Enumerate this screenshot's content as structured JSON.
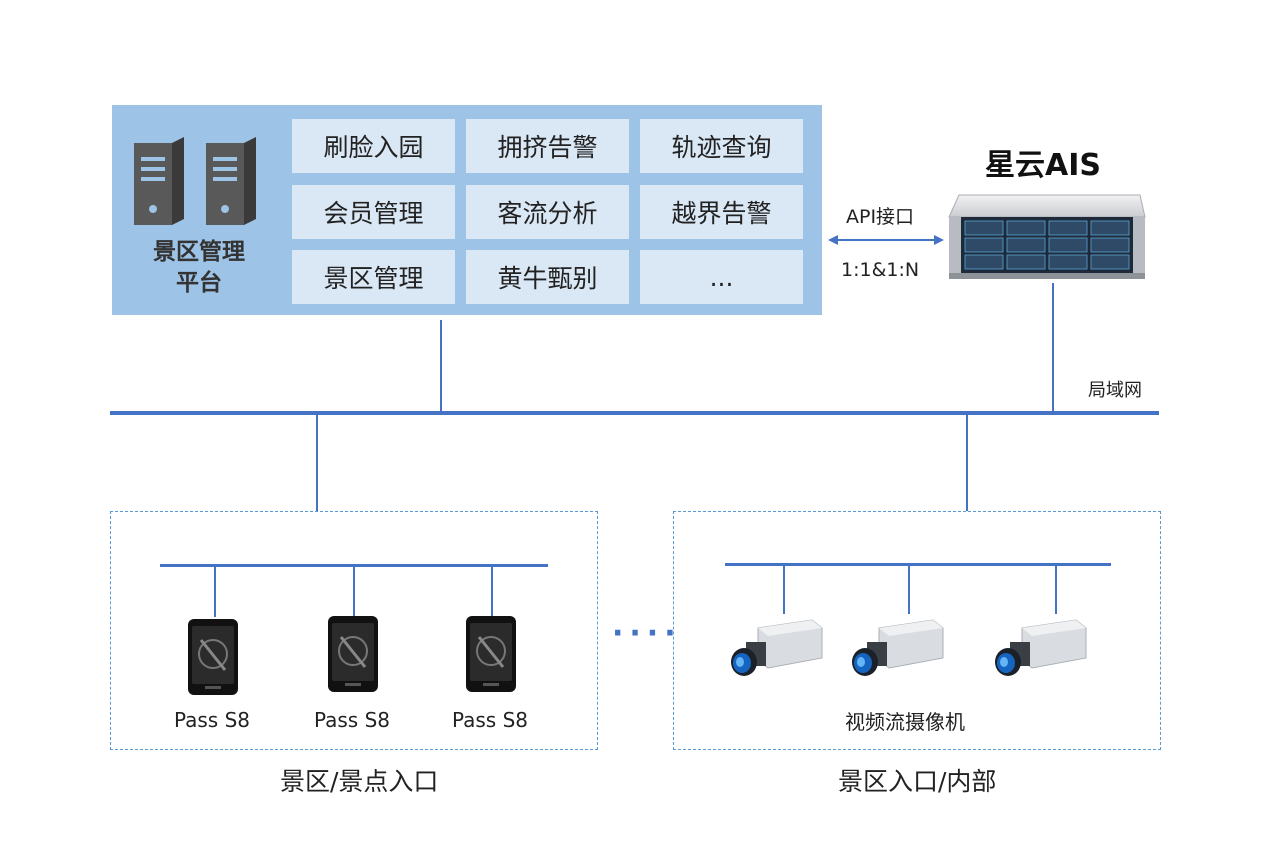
{
  "platform": {
    "label": "景区管理\n平台",
    "modules": [
      [
        "刷脸入园",
        "拥挤告警",
        "轨迹查询"
      ],
      [
        "会员管理",
        "客流分析",
        "越界告警"
      ],
      [
        "景区管理",
        "黄牛甄别",
        "..."
      ]
    ]
  },
  "server": {
    "title": "星云AIS"
  },
  "link": {
    "api": "API接口",
    "ratio": "1:1&1:N"
  },
  "network": {
    "label": "局域网"
  },
  "zone_left": {
    "devices": [
      "Pass S8",
      "Pass S8",
      "Pass S8"
    ],
    "label": "景区/景点入口"
  },
  "zone_right": {
    "device_label": "视频流摄像机",
    "label": "景区入口/内部"
  },
  "colors": {
    "line": "#4472c4",
    "platform_bg": "#9dc3e6",
    "module_bg": "#dae7f5",
    "zone_border": "#5b9bd5"
  }
}
